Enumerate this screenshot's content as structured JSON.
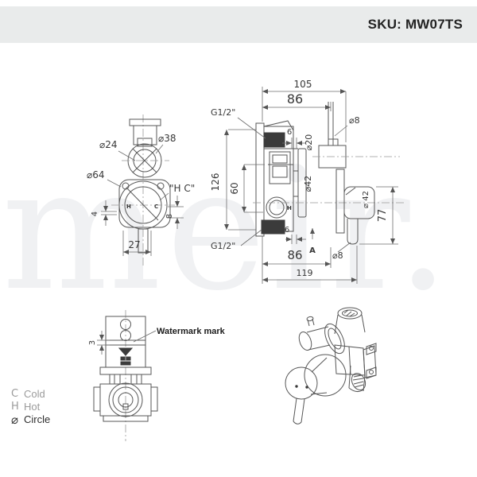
{
  "header": {
    "sku": "SKU: MW07TS"
  },
  "watermark": {
    "text": "meir."
  },
  "front_view": {
    "dia24": "⌀24",
    "dia38": "⌀38",
    "dia64": "⌀64",
    "hc_label": "\"H C\"",
    "h_mark": "H",
    "c_mark": "C",
    "dim4": "4",
    "dim8": "8",
    "dim27": "27"
  },
  "side_view": {
    "dim105": "105",
    "dim86_top": "86",
    "g_half_top": "G1/2\"",
    "dia8_top": "⌀8",
    "dim6_top": "6",
    "dia20": "⌀20",
    "dim126": "126",
    "dim60": "60",
    "dia42_flange": "⌀42",
    "dia42_handle": "⌀ 42",
    "dim77": "77",
    "dim6_bottom": "6",
    "section_a": "A",
    "g_half_bottom": "G1/2\"",
    "dim86_bottom": "86",
    "dia8_bottom": "⌀8",
    "dim119": "119",
    "h_port": "H"
  },
  "rear_view": {
    "dim3": "3",
    "watermark_label": "Watermark mark"
  },
  "legend": {
    "items": [
      {
        "symbol": "C",
        "label": "Cold"
      },
      {
        "symbol": "H",
        "label": "Hot"
      },
      {
        "symbol": "⌀",
        "label": "Circle"
      }
    ]
  }
}
